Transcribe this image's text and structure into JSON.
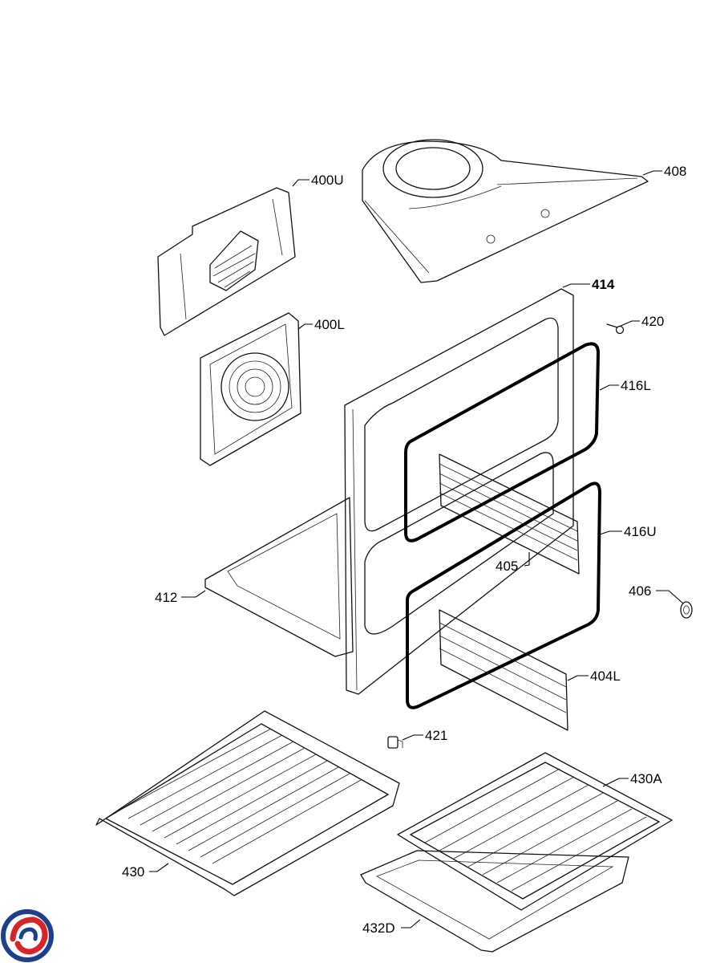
{
  "labels": {
    "p400U": "400U",
    "p408": "408",
    "p414": "414",
    "p420": "420",
    "p400L": "400L",
    "p416L": "416L",
    "p416U": "416U",
    "p405": "405",
    "p412": "412",
    "p406": "406",
    "p404L": "404L",
    "p421": "421",
    "p430A": "430A",
    "p430": "430",
    "p432D": "432D"
  },
  "logo": {
    "colors": [
      "#1e3f8c",
      "#d8232a"
    ]
  }
}
